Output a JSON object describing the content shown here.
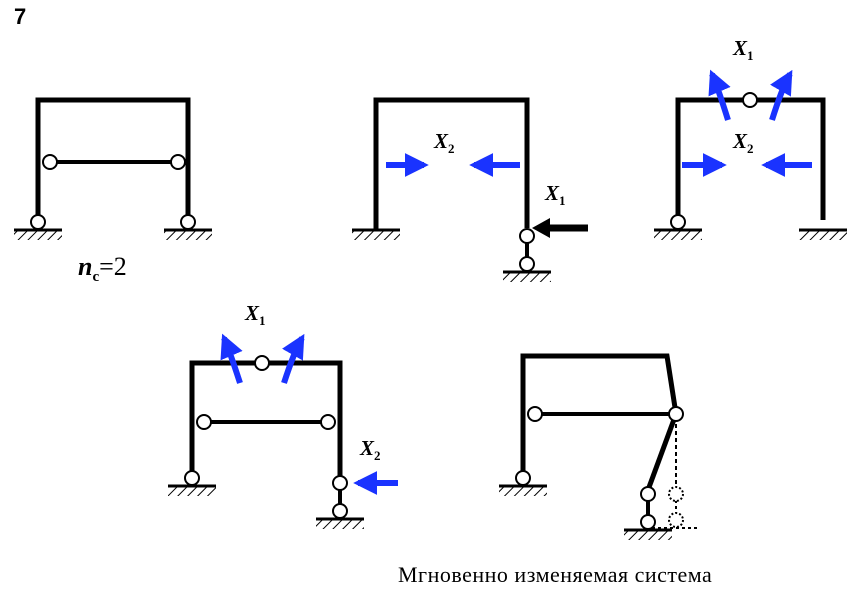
{
  "figure_number": "7",
  "redundancy": {
    "var": "n",
    "sub": "c",
    "eq": "=2"
  },
  "labels": {
    "x1": {
      "letter": "X",
      "index": "1"
    },
    "x2": {
      "letter": "X",
      "index": "2"
    }
  },
  "caption": "Мгновенно изменяемая система",
  "colors": {
    "frame": "#000000",
    "unknown_force": "#1a33ff",
    "hatch": "#000000"
  }
}
